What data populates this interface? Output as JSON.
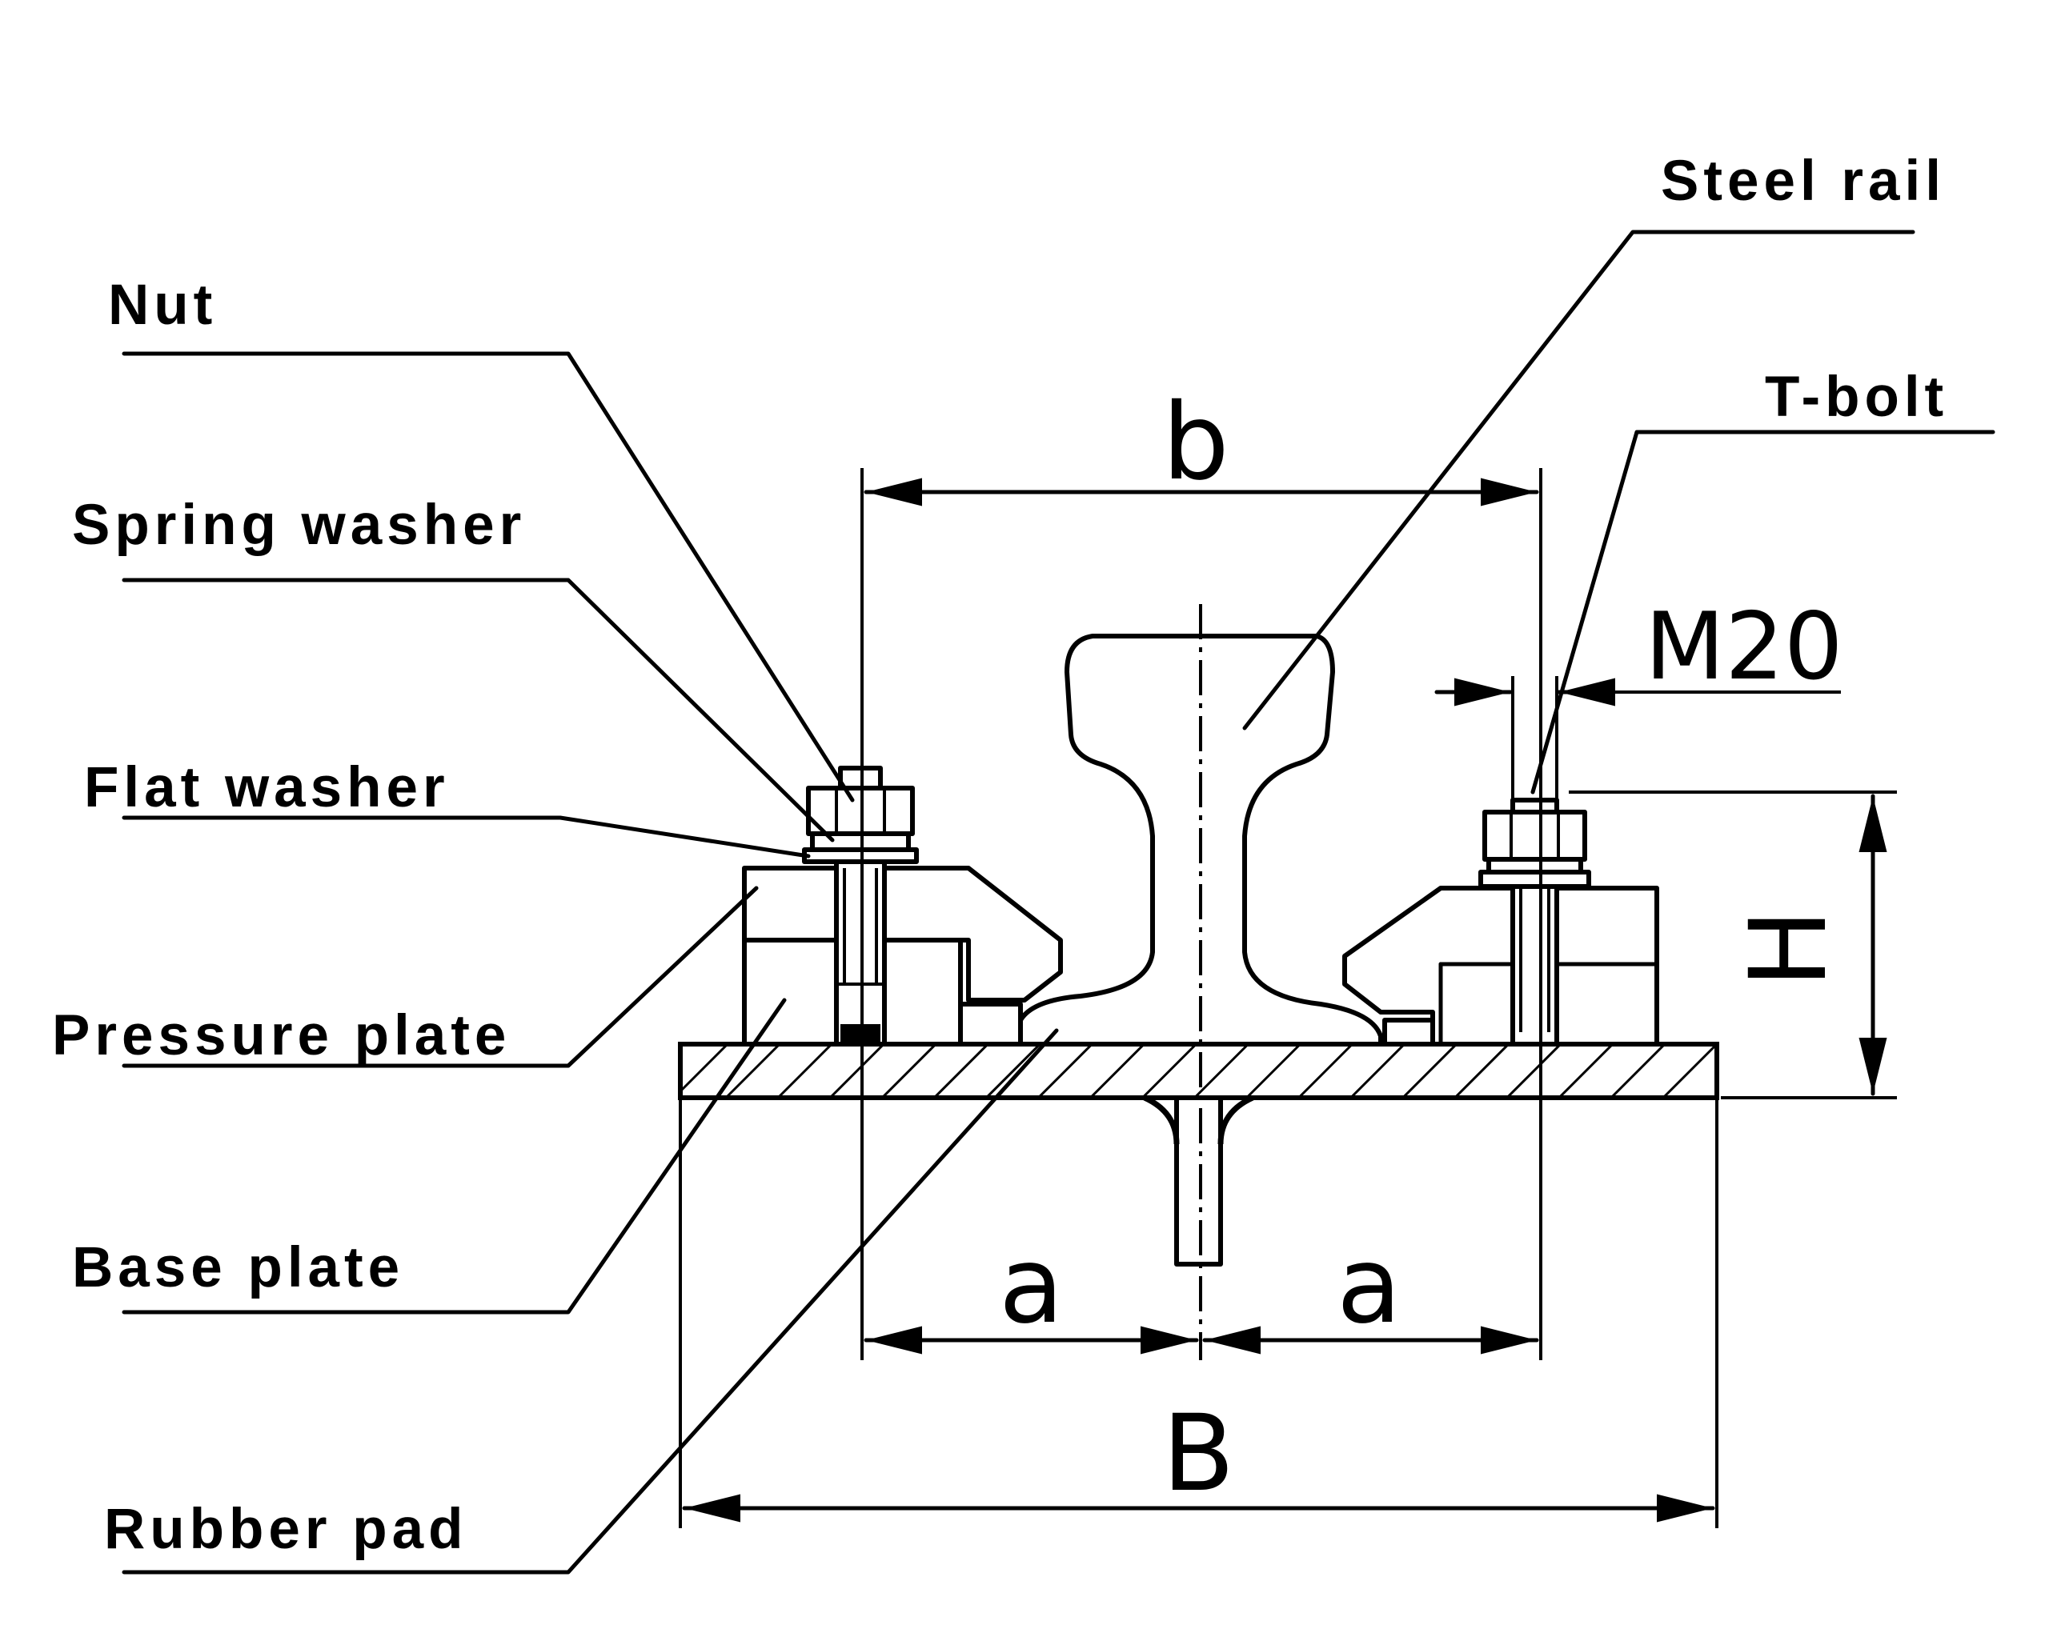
{
  "labels": {
    "nut": "Nut",
    "spring_washer": "Spring washer",
    "flat_washer": "Flat washer",
    "pressure_plate": "Pressure plate",
    "base_plate": "Base plate",
    "rubber_pad": "Rubber pad",
    "steel_rail": "Steel rail",
    "t_bolt": "T-bolt"
  },
  "dimensions": {
    "b": "b",
    "a_left": "a",
    "a_right": "a",
    "B": "B",
    "H": "H",
    "bolt": "M20"
  }
}
